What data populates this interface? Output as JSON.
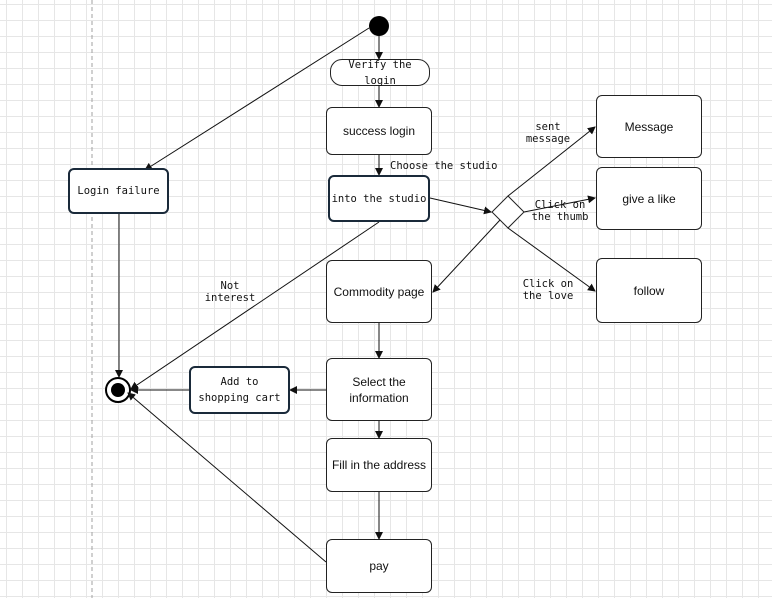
{
  "nodes": {
    "verify": "Verify the login",
    "success": "success login",
    "studio": "into the studio",
    "failure": "Login failure",
    "commodity": "Commodity page",
    "select": "Select the information",
    "cart": "Add to shopping cart",
    "address": "Fill in the address",
    "pay": "pay",
    "message": "Message",
    "like": "give a like",
    "follow": "follow"
  },
  "edge_labels": {
    "choose": "Choose the studio",
    "sent_message": "sent message",
    "thumb": "Click on the thumb",
    "love": "Click on the love",
    "not_interest": "Not interest"
  },
  "colors": {
    "line": "#111111",
    "thick_border": "#1a2a3a",
    "grid": "#e6e6e6"
  }
}
